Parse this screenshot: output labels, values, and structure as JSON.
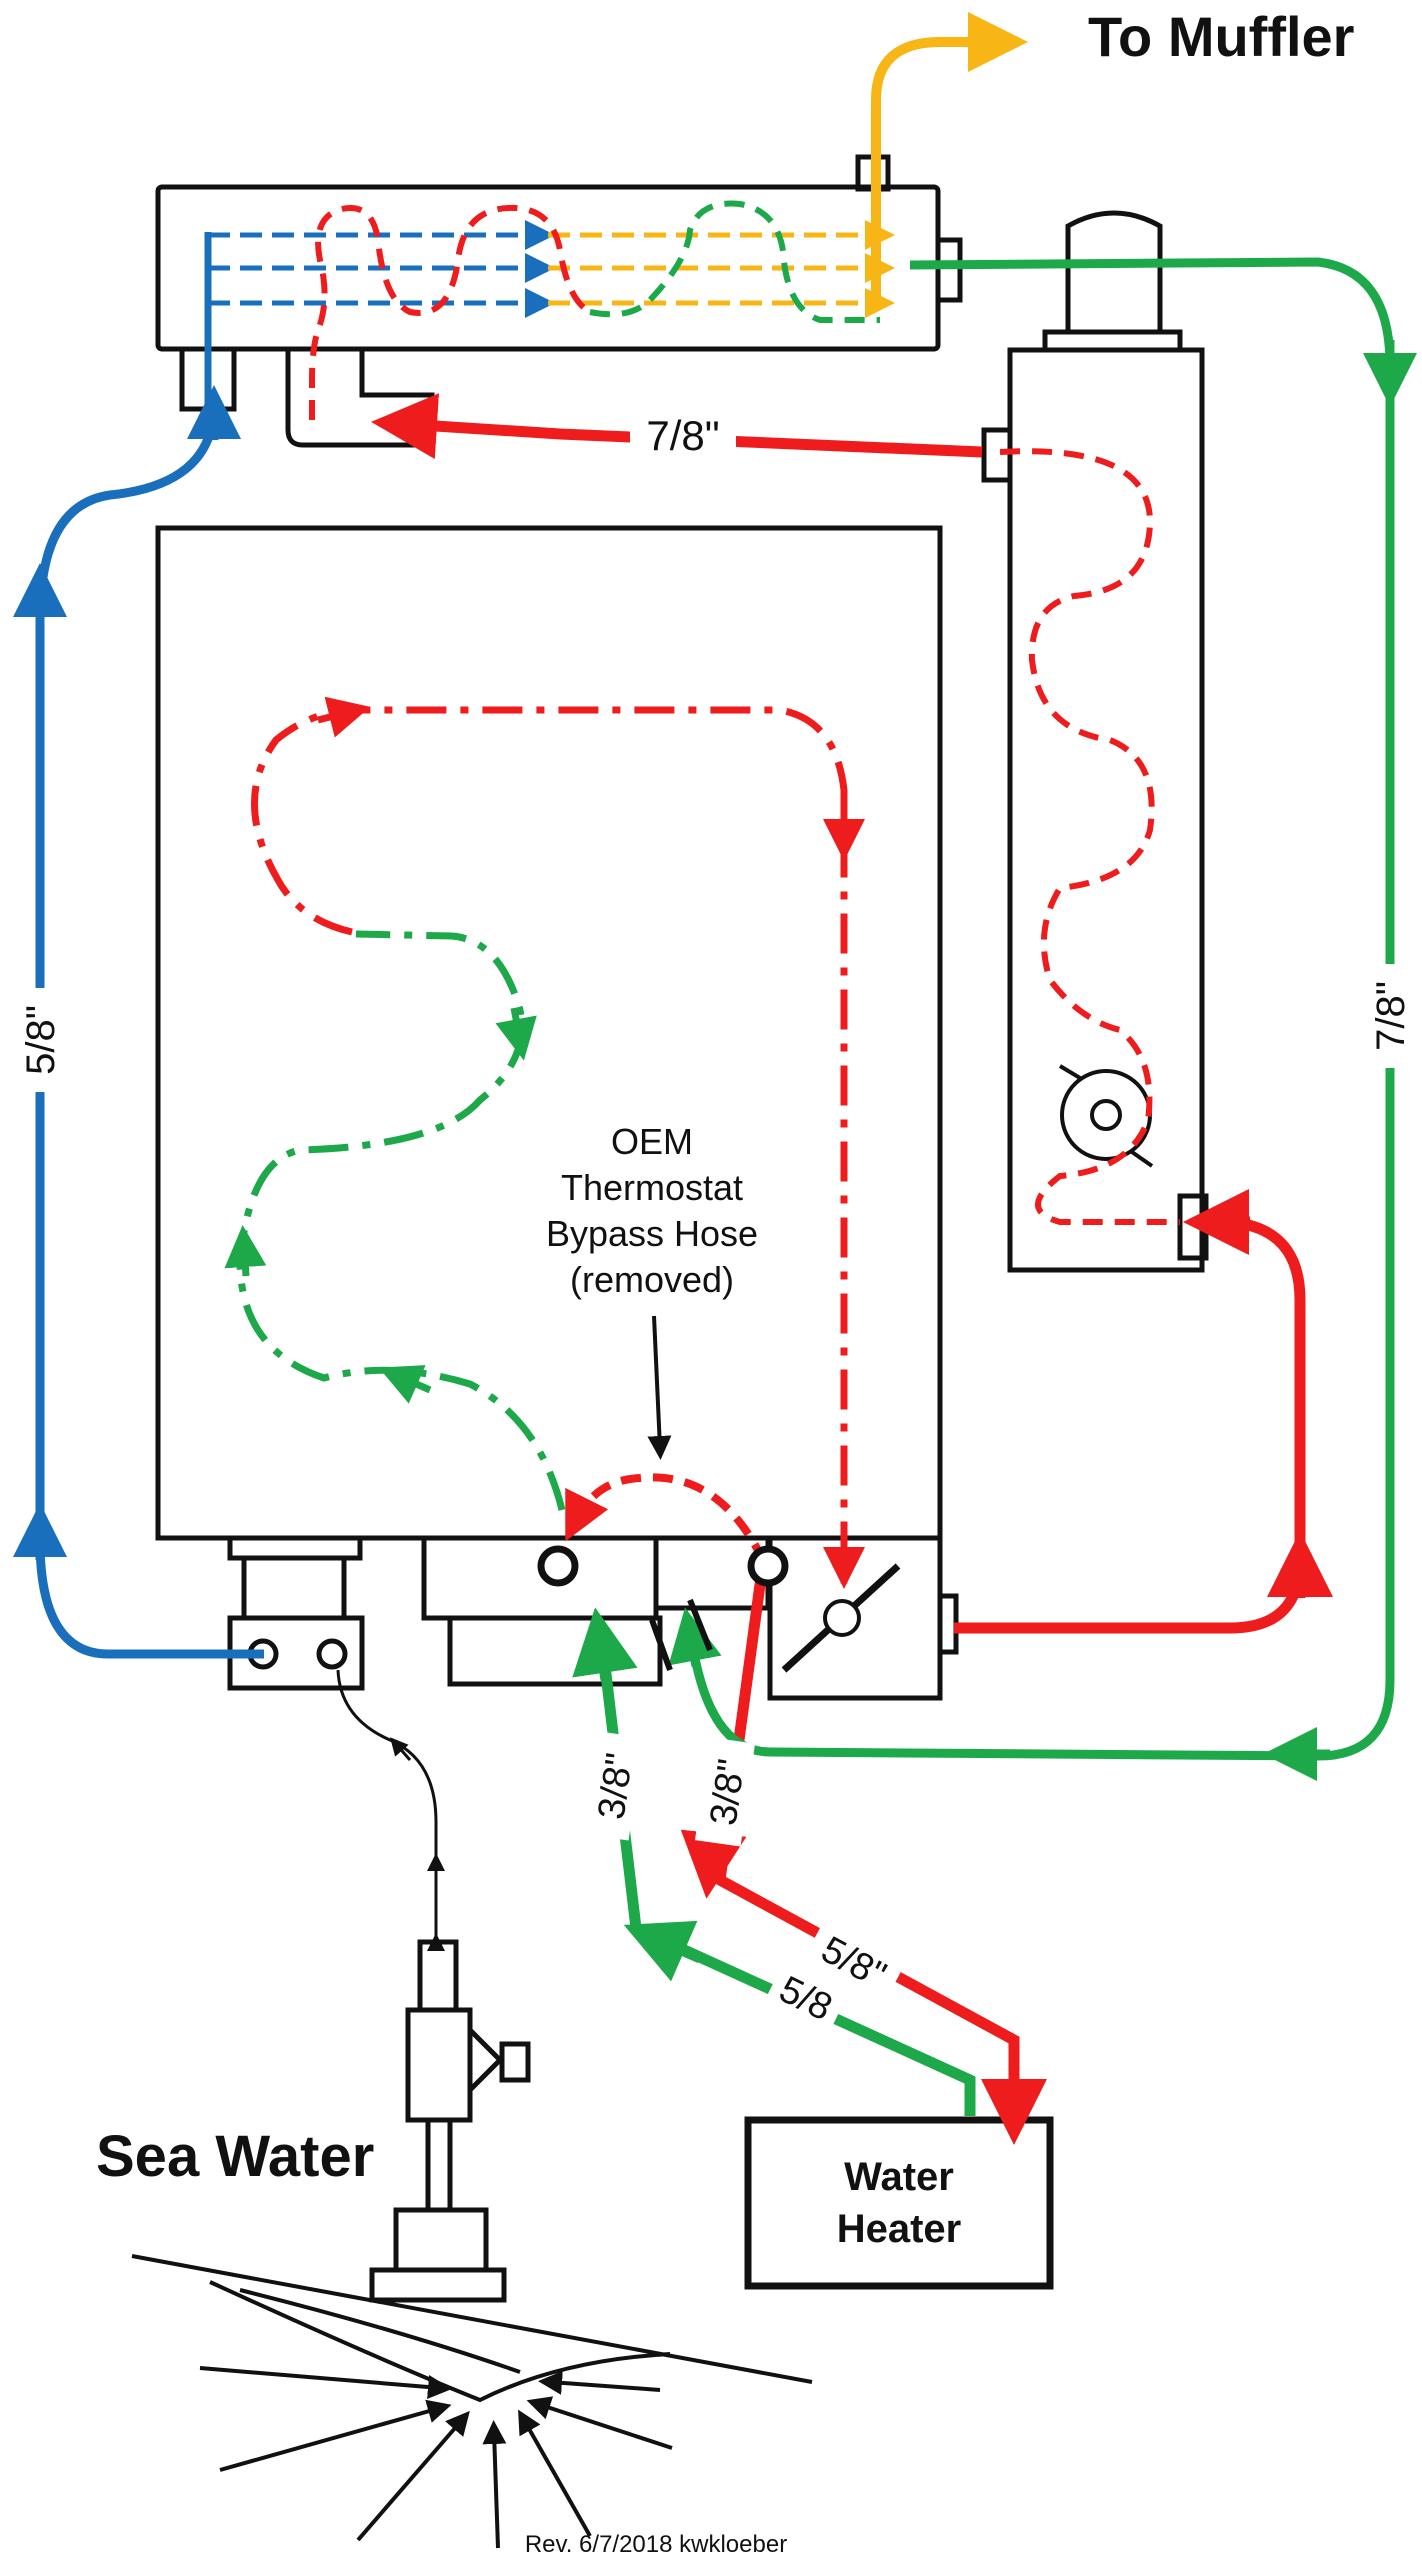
{
  "labels": {
    "to_muffler": "To Muffler",
    "sea_water": "Sea Water",
    "water_heater_line1": "Water",
    "water_heater_line2": "Heater",
    "oem_line1": "OEM",
    "oem_line2": "Thermostat",
    "oem_line3": "Bypass Hose",
    "oem_line4": "(removed)",
    "hose_7_8_top": "7/8\"",
    "hose_7_8_right": "7/8\"",
    "hose_5_8_left": "5/8\"",
    "hose_3_8_green": "3/8\"",
    "hose_3_8_red": "3/8\"",
    "hose_5_8_red": "5/8\"",
    "hose_5_8_green": "5/8",
    "revision": "Rev. 6/7/2018 kwkloeber"
  },
  "colors": {
    "raw_water": "#1a6fbd",
    "hot_coolant": "#ee1c1c",
    "cool_coolant": "#1da84a",
    "exhaust": "#f8b616",
    "outline": "#111111"
  }
}
